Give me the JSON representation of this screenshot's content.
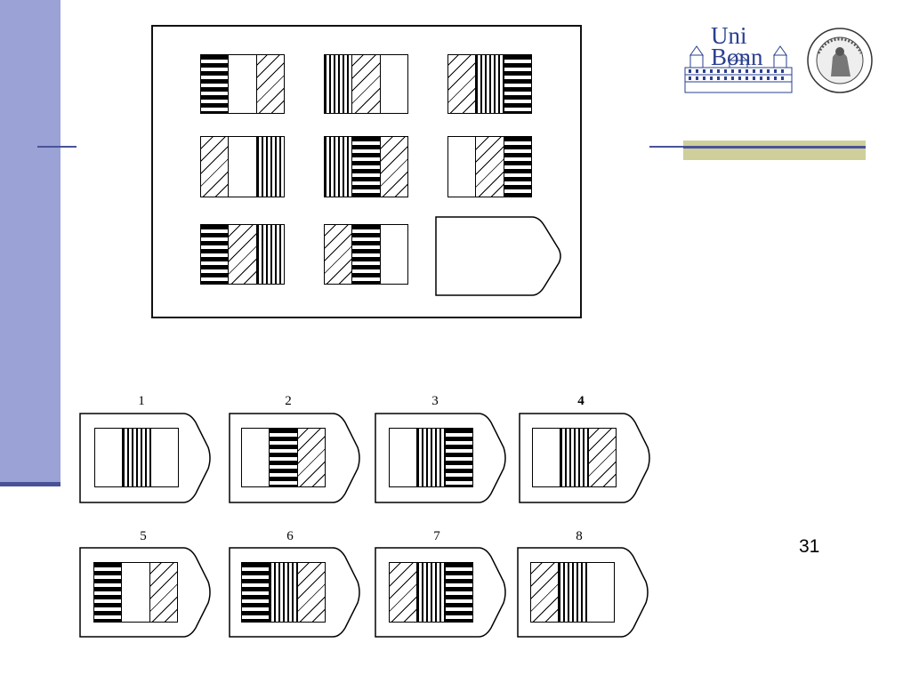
{
  "slide": {
    "page_number": "31",
    "logos": {
      "university": {
        "text_line1": "Uni",
        "text_line2": "Bonn",
        "icon": "university-building-logo"
      },
      "faculty": {
        "icon": "facultas-medicinae-seal",
        "text": "FACULTAS MEDICINAE · UNIV. FRID. GUIL. RHEN. BONN."
      }
    }
  },
  "matrix": {
    "cells": [
      {
        "row": 1,
        "col": 1,
        "strips": [
          "horizontal-bars",
          "white",
          "diagonal-hatch"
        ]
      },
      {
        "row": 1,
        "col": 2,
        "strips": [
          "vertical-lines",
          "diagonal-hatch",
          "white"
        ]
      },
      {
        "row": 1,
        "col": 3,
        "strips": [
          "diagonal-hatch",
          "vertical-lines",
          "horizontal-bars"
        ]
      },
      {
        "row": 2,
        "col": 1,
        "strips": [
          "diagonal-hatch",
          "white",
          "vertical-lines"
        ]
      },
      {
        "row": 2,
        "col": 2,
        "strips": [
          "vertical-lines",
          "horizontal-bars",
          "diagonal-hatch"
        ]
      },
      {
        "row": 2,
        "col": 3,
        "strips": [
          "white",
          "diagonal-hatch",
          "horizontal-bars"
        ]
      },
      {
        "row": 3,
        "col": 1,
        "strips": [
          "horizontal-bars",
          "diagonal-hatch",
          "vertical-lines"
        ]
      },
      {
        "row": 3,
        "col": 2,
        "strips": [
          "diagonal-hatch",
          "horizontal-bars",
          "white"
        ]
      },
      {
        "row": 3,
        "col": 3,
        "strips": [],
        "missing": true
      }
    ]
  },
  "answers": [
    {
      "label": "1",
      "strips": [
        "white",
        "vertical-lines",
        "white"
      ]
    },
    {
      "label": "2",
      "strips": [
        "white",
        "horizontal-bars",
        "diagonal-hatch"
      ]
    },
    {
      "label": "3",
      "strips": [
        "white",
        "vertical-lines",
        "horizontal-bars"
      ]
    },
    {
      "label": "4",
      "strips": [
        "white",
        "vertical-lines",
        "diagonal-hatch"
      ]
    },
    {
      "label": "5",
      "strips": [
        "horizontal-bars",
        "white",
        "diagonal-hatch"
      ]
    },
    {
      "label": "6",
      "strips": [
        "horizontal-bars",
        "vertical-lines",
        "diagonal-hatch"
      ]
    },
    {
      "label": "7",
      "strips": [
        "diagonal-hatch",
        "vertical-lines",
        "horizontal-bars"
      ]
    },
    {
      "label": "8",
      "strips": [
        "diagonal-hatch",
        "vertical-lines",
        "white"
      ]
    }
  ],
  "colors": {
    "sidebar": "#9aa2d6",
    "accent_line": "#4a5297",
    "accent_band": "#cfcf9b",
    "logo_text": "#2a3f8f"
  }
}
